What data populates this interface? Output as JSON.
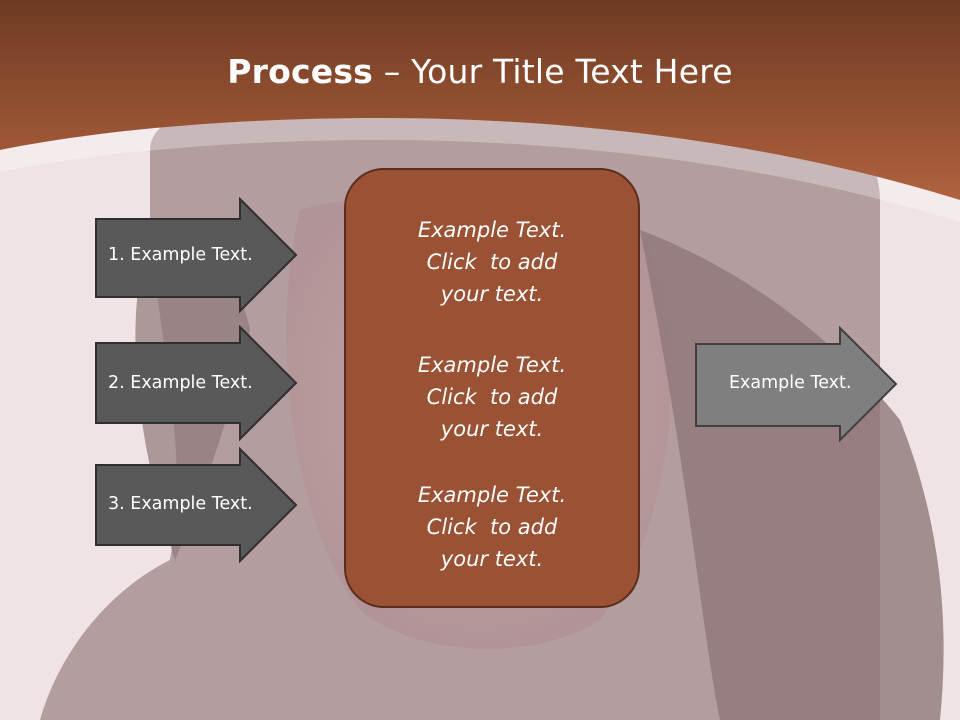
{
  "slide": {
    "title_bold": "Process",
    "title_rest": " – Your Title Text Here",
    "center_blocks": [
      {
        "lines": [
          "Example Text.",
          "Click  to add",
          "your text."
        ]
      },
      {
        "lines": [
          "Example Text.",
          "Click  to add",
          "your text."
        ]
      },
      {
        "lines": [
          "Example Text.",
          "Click  to add",
          "your text."
        ]
      }
    ],
    "left_arrows": [
      {
        "label": "1. Example Text."
      },
      {
        "label": "2. Example Text."
      },
      {
        "label": "3. Example Text."
      }
    ],
    "right_arrow": {
      "label": "Example Text."
    }
  },
  "colors": {
    "header": "#a65b3c",
    "center_box": "#9a5134",
    "left_arrow": "#595959",
    "right_arrow": "#7f7f7f",
    "background": "#f1e4e6"
  }
}
